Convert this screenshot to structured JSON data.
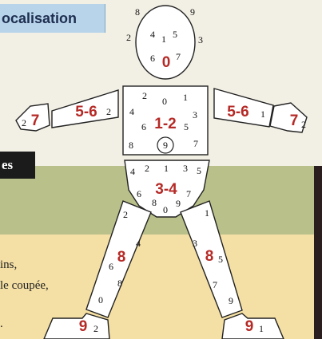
{
  "title": "ocalisation",
  "dark_tab": "es",
  "side_text": [
    "ins,",
    "le coupée,",
    "."
  ],
  "zones": {
    "head": {
      "big": "0",
      "numbers": [
        "8",
        "9",
        "2",
        "4",
        "1",
        "5",
        "3",
        "6",
        "7"
      ]
    },
    "trunk": {
      "big": "1-2",
      "numbers": [
        "2",
        "0",
        "1",
        "4",
        "3",
        "6",
        "5",
        "8",
        "9",
        "7"
      ]
    },
    "arm_left": {
      "big": "5-6",
      "numbers": [
        "2"
      ]
    },
    "hand_left": {
      "big": "7",
      "numbers": [
        "2"
      ]
    },
    "arm_right": {
      "big": "5-6",
      "numbers": [
        "1"
      ]
    },
    "hand_right": {
      "big": "7",
      "numbers": [
        "2"
      ]
    },
    "pelvis": {
      "big": "3-4",
      "numbers": [
        "4",
        "2",
        "1",
        "3",
        "5",
        "6",
        "8",
        "0",
        "9",
        "7"
      ]
    },
    "leg_left": {
      "big": "8",
      "numbers": [
        "2",
        "4",
        "6",
        "8",
        "0"
      ]
    },
    "leg_right": {
      "big": "8",
      "numbers": [
        "1",
        "3",
        "5",
        "7",
        "9"
      ]
    },
    "foot_left": {
      "big": "9",
      "numbers": [
        "2"
      ]
    },
    "foot_right": {
      "big": "9",
      "numbers": [
        "1"
      ]
    }
  },
  "colors": {
    "zone_number": "#b52a26",
    "green_band": "#b9c08a",
    "yellow_band": "#f4dfa4",
    "title_bg": "#b7d4ea"
  }
}
